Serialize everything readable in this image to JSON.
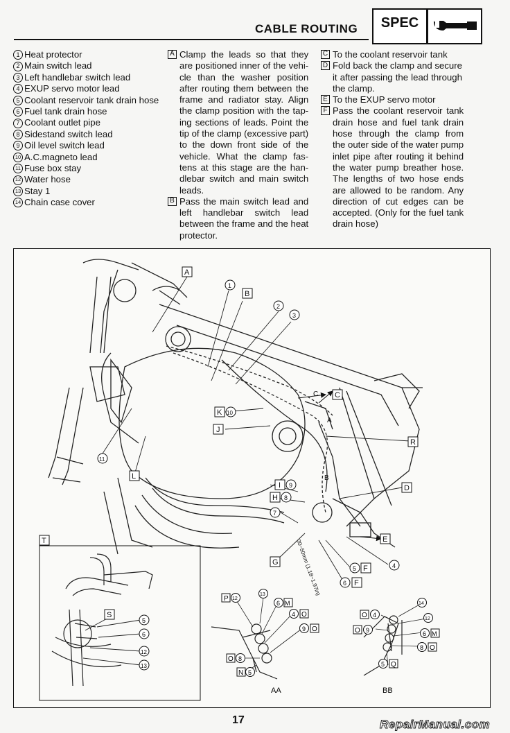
{
  "header": {
    "title": "CABLE ROUTING",
    "spec_label": "SPEC"
  },
  "legend": [
    {
      "num": "1",
      "label": "Heat protector"
    },
    {
      "num": "2",
      "label": "Main switch lead"
    },
    {
      "num": "3",
      "label": "Left handlebar switch lead"
    },
    {
      "num": "4",
      "label": "EXUP servo motor lead"
    },
    {
      "num": "5",
      "label": "Coolant reservoir tank drain hose"
    },
    {
      "num": "6",
      "label": "Fuel tank drain hose"
    },
    {
      "num": "7",
      "label": "Coolant outlet pipe"
    },
    {
      "num": "8",
      "label": "Sidestand switch lead"
    },
    {
      "num": "9",
      "label": "Oil level switch lead"
    },
    {
      "num": "10",
      "label": "A.C.magneto lead"
    },
    {
      "num": "11",
      "label": "Fuse box stay"
    },
    {
      "num": "12",
      "label": "Water hose"
    },
    {
      "num": "13",
      "label": "Stay 1"
    },
    {
      "num": "14",
      "label": "Chain case cover"
    }
  ],
  "notes_col2": [
    {
      "key": "A",
      "lines": [
        "Clamp the leads so that they",
        "are positioned inner of the vehi-",
        "cle than the washer position",
        "after routing them between the",
        "frame and radiator stay. Align",
        "the clamp position with the tap-",
        "ing sections of leads. Point the",
        "tip of the clamp (excessive part)",
        "to the down front side of the",
        "vehicle. What the clamp fas-",
        "tens at this stage are the han-",
        "dlebar switch and main switch",
        "leads."
      ]
    },
    {
      "key": "B",
      "lines": [
        "Pass the main switch lead and",
        "left handlebar switch lead",
        "between the frame and the heat",
        "protector."
      ]
    }
  ],
  "notes_col3": [
    {
      "key": "C",
      "lines": [
        "To the coolant reservoir tank"
      ]
    },
    {
      "key": "D",
      "lines": [
        "Fold back the clamp and secure",
        "it after passing the lead through",
        "the clamp."
      ]
    },
    {
      "key": "E",
      "lines": [
        "To the EXUP servo motor"
      ]
    },
    {
      "key": "F",
      "lines": [
        "Pass the coolant reservoir tank",
        "drain hose and fuel tank drain",
        "hose through the clamp from",
        "the outer side of the water pump",
        "inlet pipe after routing it behind",
        "the water pump breather hose.",
        "The lengths of two hose ends",
        "are allowed to be random. Any",
        "direction of cut edges can be",
        "accepted. (Only for the fuel tank",
        "drain hose)"
      ]
    }
  ],
  "diagram": {
    "callouts": {
      "A": "A",
      "B": "B",
      "C": "C",
      "D": "D",
      "E": "E",
      "G": "G",
      "J": "J",
      "L": "L",
      "R": "R",
      "T": "T",
      "S": "S",
      "n1": "1",
      "n2": "2",
      "n3": "3",
      "n4": "4",
      "n7": "7",
      "n11": "11",
      "K10_sq": "K",
      "K10_n": "10",
      "I9_sq": "I",
      "I9_n": "9",
      "H8_sq": "H",
      "H8_n": "8",
      "F5_n": "5",
      "F5_sq": "F",
      "F6_n": "6",
      "F6_sq": "F"
    },
    "dimension": "30~50mm (1.18~1.97in)",
    "arrow_labels": {
      "C": "C",
      "A": "A",
      "B": "B"
    },
    "inset_t": [
      "5",
      "6",
      "12",
      "13"
    ],
    "view_aa": {
      "label": "AA",
      "items": [
        [
          "P",
          "12"
        ],
        [
          "13",
          ""
        ],
        [
          "6",
          "M"
        ],
        [
          "4",
          "O"
        ],
        [
          "9",
          "O"
        ],
        [
          "O",
          "8"
        ],
        [
          "N",
          "5"
        ]
      ]
    },
    "view_bb": {
      "label": "BB",
      "items": [
        [
          "14",
          ""
        ],
        [
          "O",
          "4"
        ],
        [
          "12",
          ""
        ],
        [
          "O",
          "9"
        ],
        [
          "6",
          "M"
        ],
        [
          "8",
          "O"
        ],
        [
          "5",
          "Q"
        ]
      ]
    }
  },
  "footer": {
    "page_number": "17",
    "watermark": "RepairManual.com"
  }
}
